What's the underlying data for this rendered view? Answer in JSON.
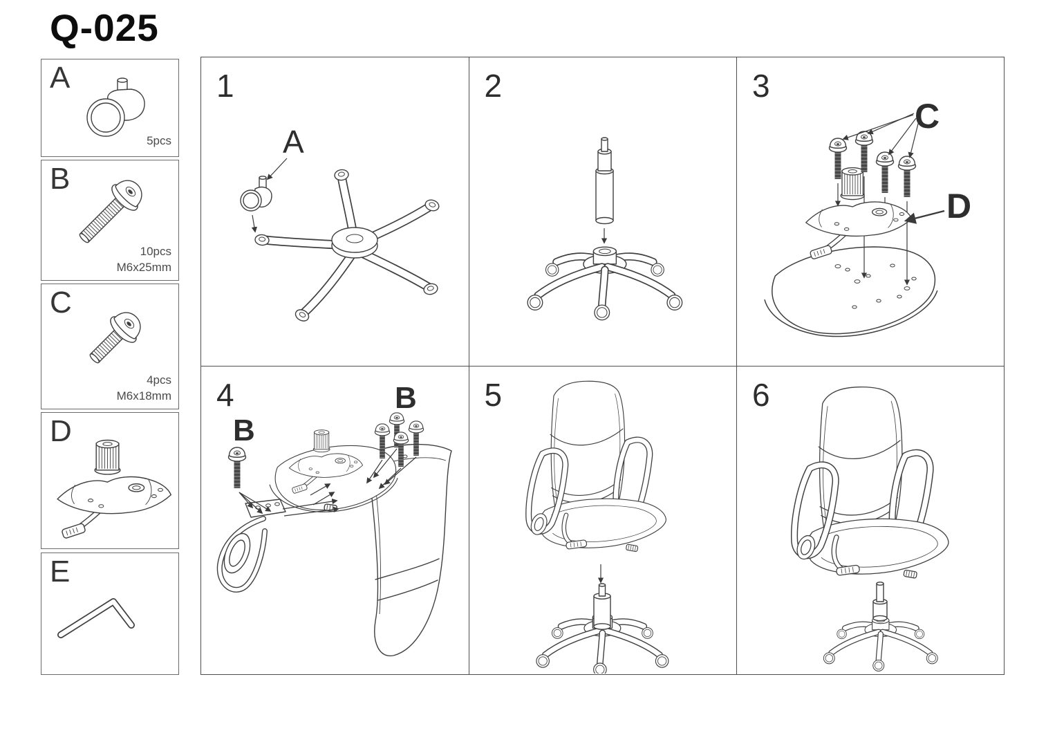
{
  "title": "Q-025",
  "parts": [
    {
      "letter": "A",
      "item": "caster wheel",
      "qty": "5pcs",
      "spec": ""
    },
    {
      "letter": "B",
      "item": "bolt",
      "qty": "10pcs",
      "spec": "M6x25mm"
    },
    {
      "letter": "C",
      "item": "bolt",
      "qty": "4pcs",
      "spec": "M6x18mm"
    },
    {
      "letter": "D",
      "item": "tilt mechanism",
      "qty": "",
      "spec": ""
    },
    {
      "letter": "E",
      "item": "allen key",
      "qty": "",
      "spec": ""
    }
  ],
  "steps": [
    {
      "number": "1",
      "callouts": {
        "a": "A"
      }
    },
    {
      "number": "2",
      "callouts": {}
    },
    {
      "number": "3",
      "callouts": {
        "c": "C",
        "d": "D"
      }
    },
    {
      "number": "4",
      "callouts": {
        "b1": "B",
        "b2": "B"
      }
    },
    {
      "number": "5",
      "callouts": {}
    },
    {
      "number": "6",
      "callouts": {}
    }
  ],
  "colors": {
    "line": "#3f3f3f",
    "text": "#2d2d2d",
    "background": "#ffffff"
  }
}
